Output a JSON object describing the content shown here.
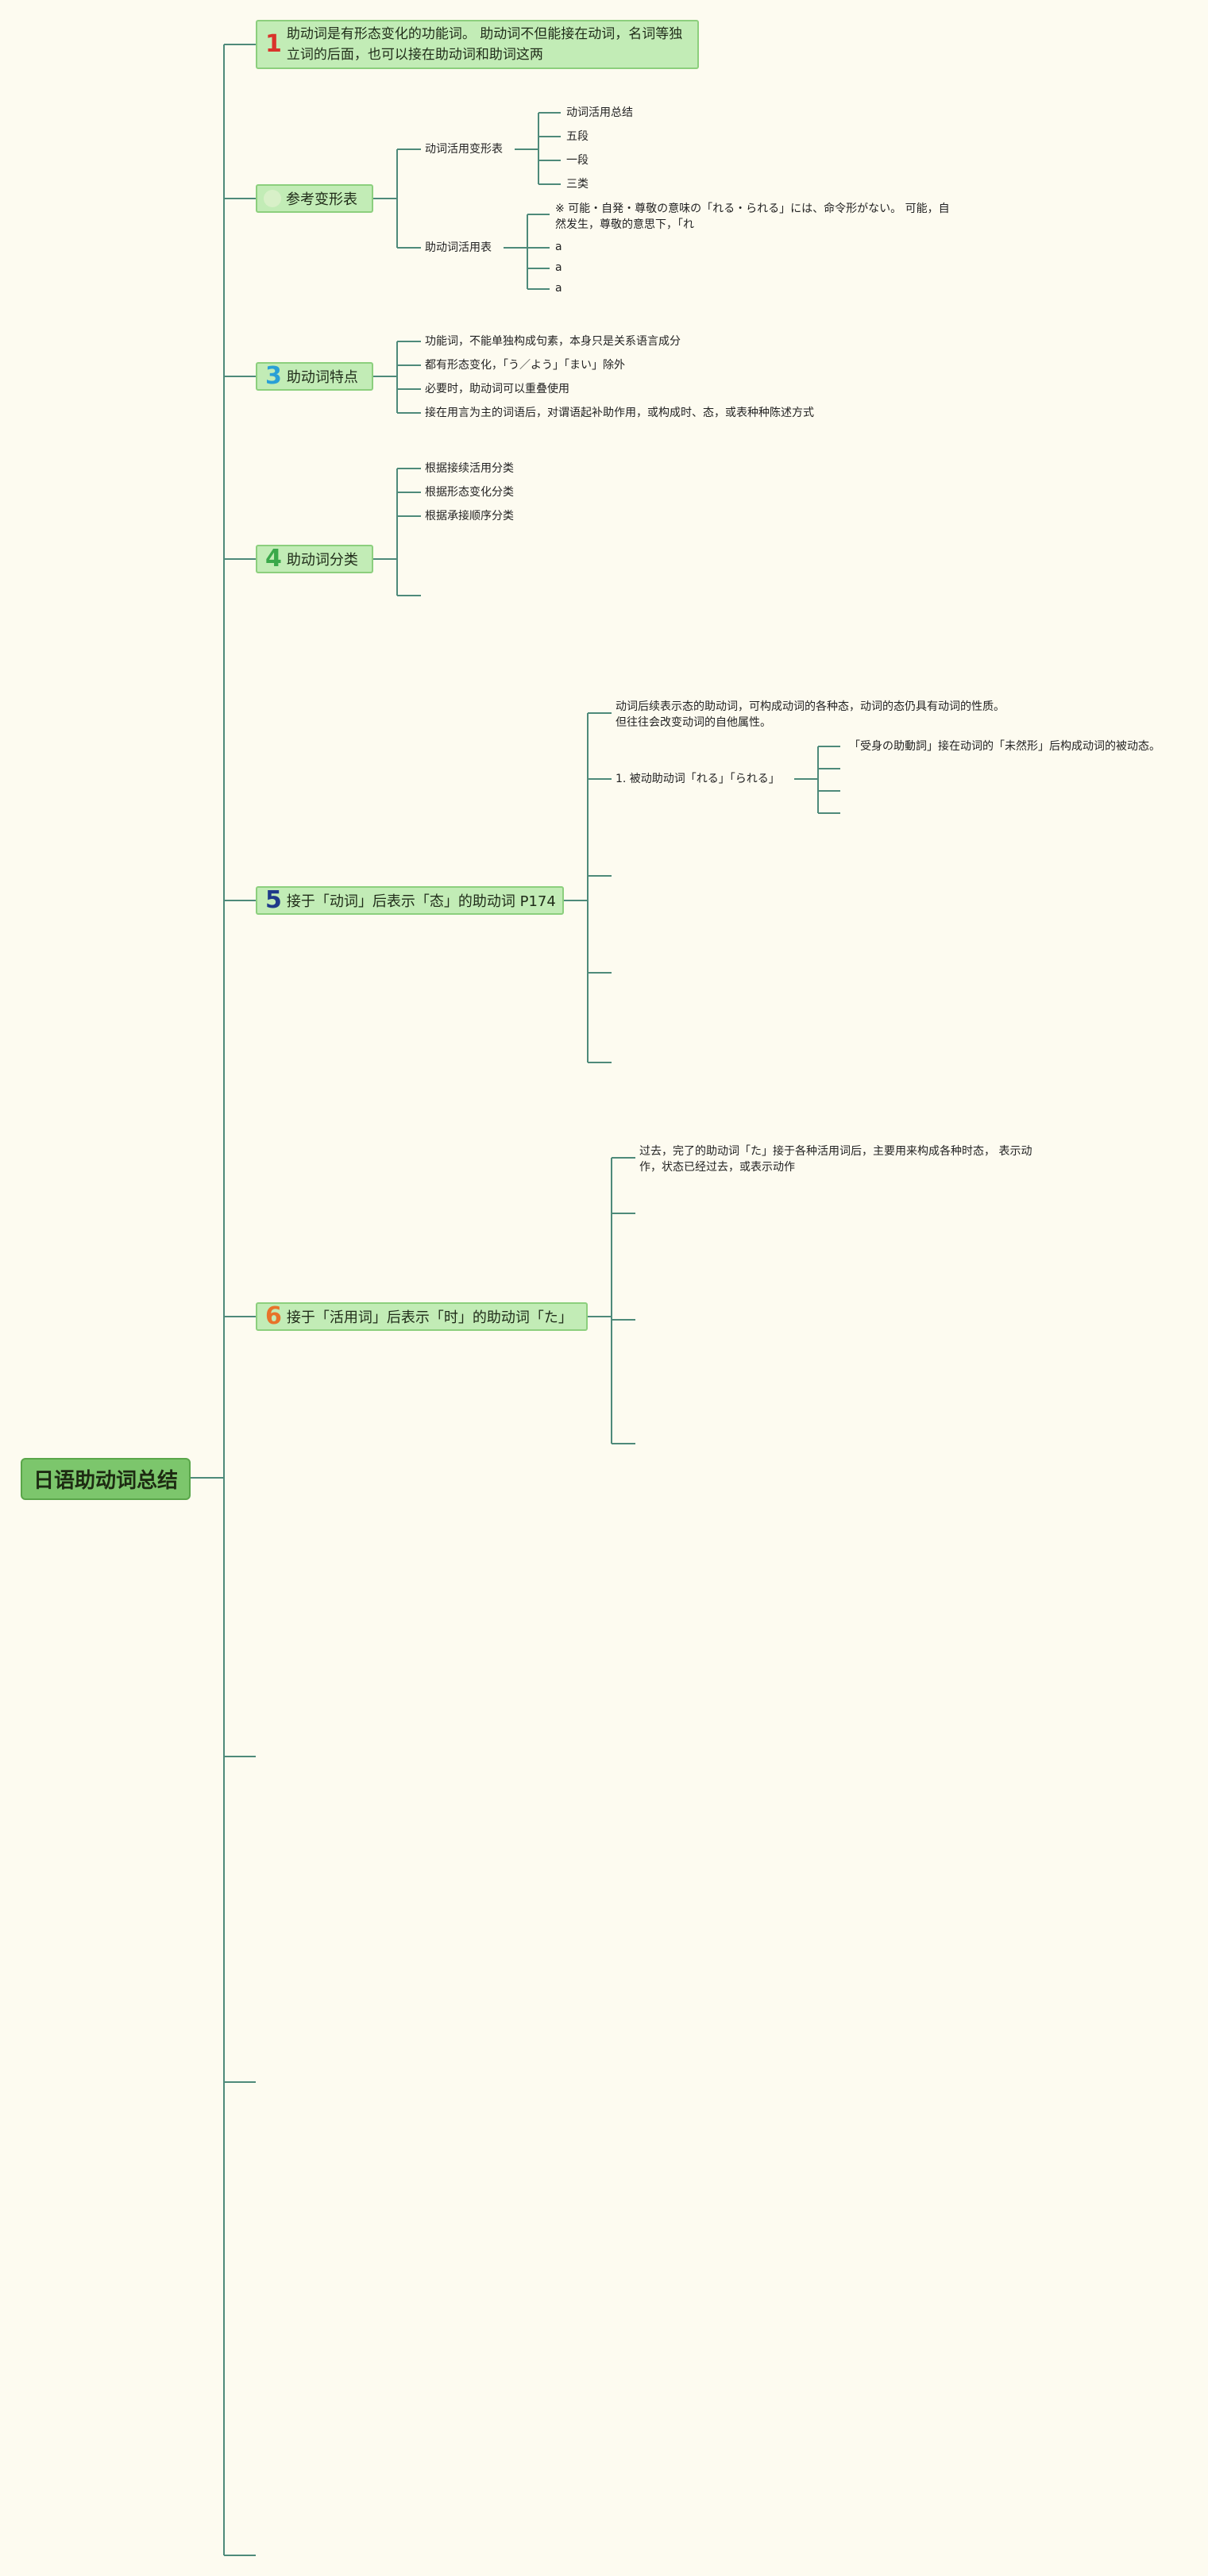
{
  "root": {
    "title": "日语助动词总结"
  },
  "topic1": {
    "number": "1",
    "number_color": "#d9342b",
    "text": "助动词是有形态变化的功能词。 助动词不但能接在动词，名词等独立词的后面，也可以接在助动词和助词这两"
  },
  "topic2": {
    "title": "参考变形表",
    "groups": [
      {
        "label": "动词活用变形表",
        "items": [
          "动词活用总结",
          "五段",
          "一段",
          "三类"
        ]
      },
      {
        "label": "助动词活用表",
        "items": [
          "※ 可能・自発・尊敬の意味の「れる・られる」には、命令形がない。 可能，自然发生，尊敬的意思下，「れ",
          "a",
          "a",
          "a"
        ]
      }
    ]
  },
  "topic3": {
    "number": "3",
    "number_color": "#2a9fd6",
    "title": "助动词特点",
    "items": [
      "功能词，不能单独构成句素，本身只是关系语言成分",
      "都有形态变化，「う／よう」「まい」除外",
      "必要时，助动词可以重叠使用",
      "接在用言为主的词语后，对谓语起补助作用，或构成时、态，或表种种陈述方式"
    ]
  },
  "topic4": {
    "number": "4",
    "number_color": "#3aa84a",
    "title": "助动词分类",
    "items": [
      "根据接续活用分类",
      "根据形态变化分类",
      "根据承接顺序分类"
    ]
  },
  "topic5": {
    "number": "5",
    "number_color": "#1f3a8a",
    "title": "接于「动词」后表示「态」的助动词 P174",
    "intro": "动词后续表示态的助动词，可构成动词的各种态，动词的态仍具有动词的性质。但往往会改变动词的自他属性。",
    "sub": {
      "label": "1. 被动助动词「れる」「られる」",
      "items": [
        "「受身の助動詞」接在动词的「未然形」后构成动词的被动态。"
      ]
    }
  },
  "topic6": {
    "number": "6",
    "number_color": "#e8732a",
    "title": "接于「活用词」后表示「时」的助动词「た」",
    "intro": "过去，完了的助动词「た」接于各种活用词后，主要用来构成各种时态， 表示动作，状态已经过去，或表示动作"
  },
  "colors": {
    "background": "#fdfbf0",
    "line": "#4e8a7a",
    "root_fill": "#7cc66c",
    "branch_fill": "#c2ecb6"
  }
}
